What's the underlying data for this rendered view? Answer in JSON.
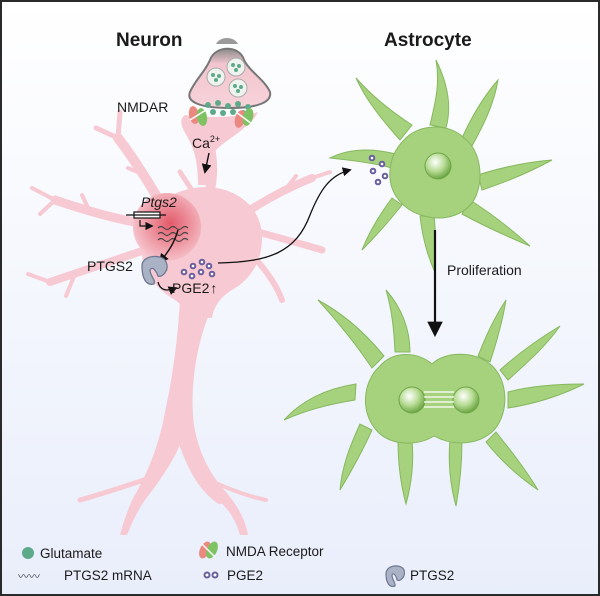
{
  "titles": {
    "neuron": "Neuron",
    "astrocyte": "Astrocyte"
  },
  "labels": {
    "nmdar": "NMDAR",
    "calcium": "Ca",
    "calcium_charge": "2+",
    "gene": "Ptgs2",
    "enzyme": "PTGS2",
    "product": "PGE2",
    "product_arrow": "↑",
    "process": "Proliferation"
  },
  "legend": {
    "glutamate": "Glutamate",
    "nmda_receptor": "NMDA Receptor",
    "mrna": "PTGS2 mRNA",
    "mrna_glyph": "〰〰",
    "pge2": "PGE2",
    "ptgs2": "PTGS2"
  },
  "colors": {
    "neuron_fill": "#f7c9d2",
    "astro_fill": "#a6d27e",
    "astro_stroke": "#86b85e",
    "glutamate": "#5daa8a",
    "pge2": "#6a5f9e",
    "frame": "#2a2a2a"
  }
}
